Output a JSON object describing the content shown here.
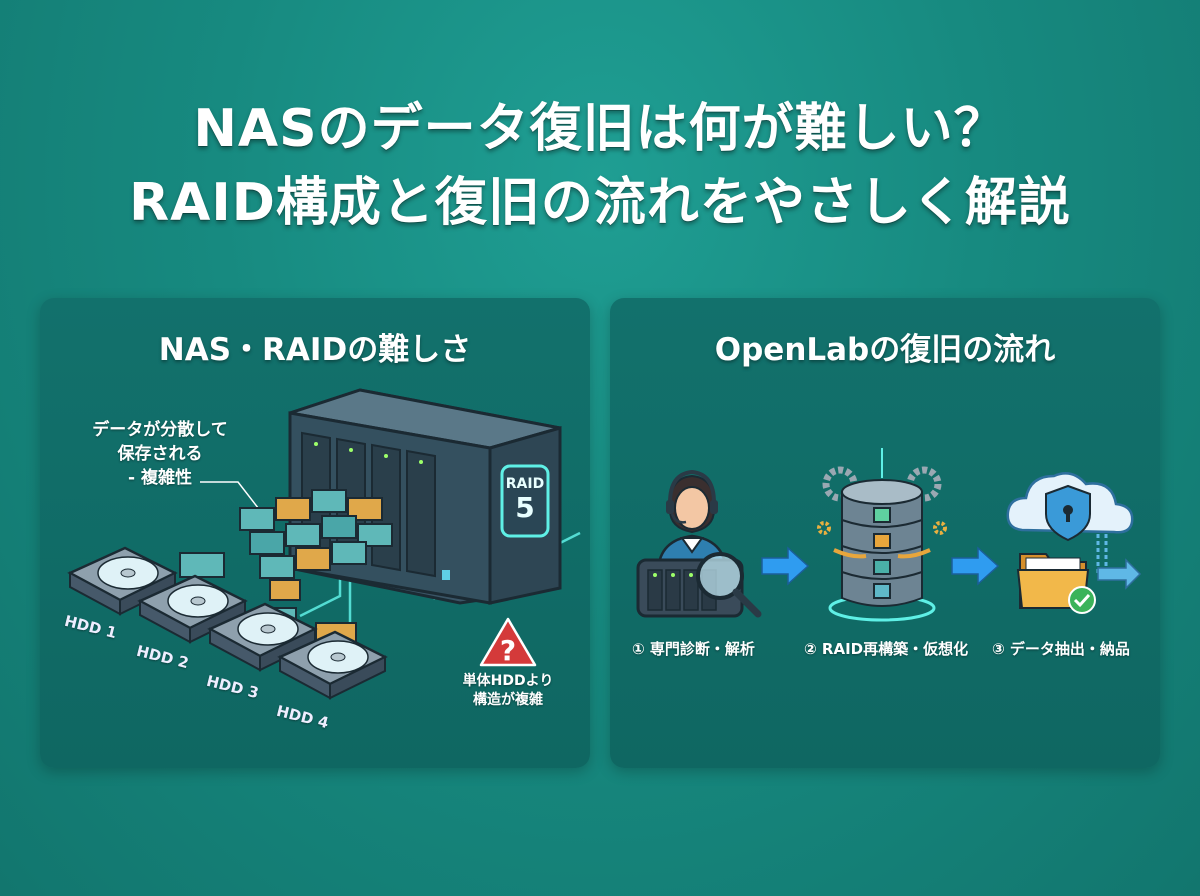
{
  "title": {
    "line1": "NASのデータ復旧は何が難しい？",
    "line2": "RAID構成と復旧の流れをやさしく解説"
  },
  "left_panel": {
    "heading": "NAS・RAIDの難しさ",
    "callout": {
      "line1": "データが分散して",
      "line2": "保存される",
      "line3": "- 複雑性"
    },
    "nas_badge": {
      "line1": "RAID",
      "line2": "5"
    },
    "drives": [
      "HDD 1",
      "HDD 2",
      "HDD 3",
      "HDD 4"
    ],
    "warning": {
      "icon": "question-warning-icon",
      "line1": "単体HDDより",
      "line2": "構造が複雑"
    }
  },
  "right_panel": {
    "heading": "OpenLabの復旧の流れ",
    "steps": [
      {
        "label": "① 専門診断・解析",
        "icon": "technician-inspecting-nas-icon"
      },
      {
        "label": "② RAID再構築・仮想化",
        "icon": "database-rebuild-icon"
      },
      {
        "label": "③ データ抽出・納品",
        "icon": "secure-cloud-folder-delivery-icon"
      }
    ],
    "arrow_icon": "right-arrow-icon"
  },
  "colors": {
    "background": "#178a80",
    "panel": "#12716c",
    "accent_cyan": "#5ff0e6",
    "block_teal": "#5fb8b8",
    "block_orange": "#e0a84a",
    "warning_red": "#d43a3a",
    "arrow_blue": "#2f9cf0"
  }
}
